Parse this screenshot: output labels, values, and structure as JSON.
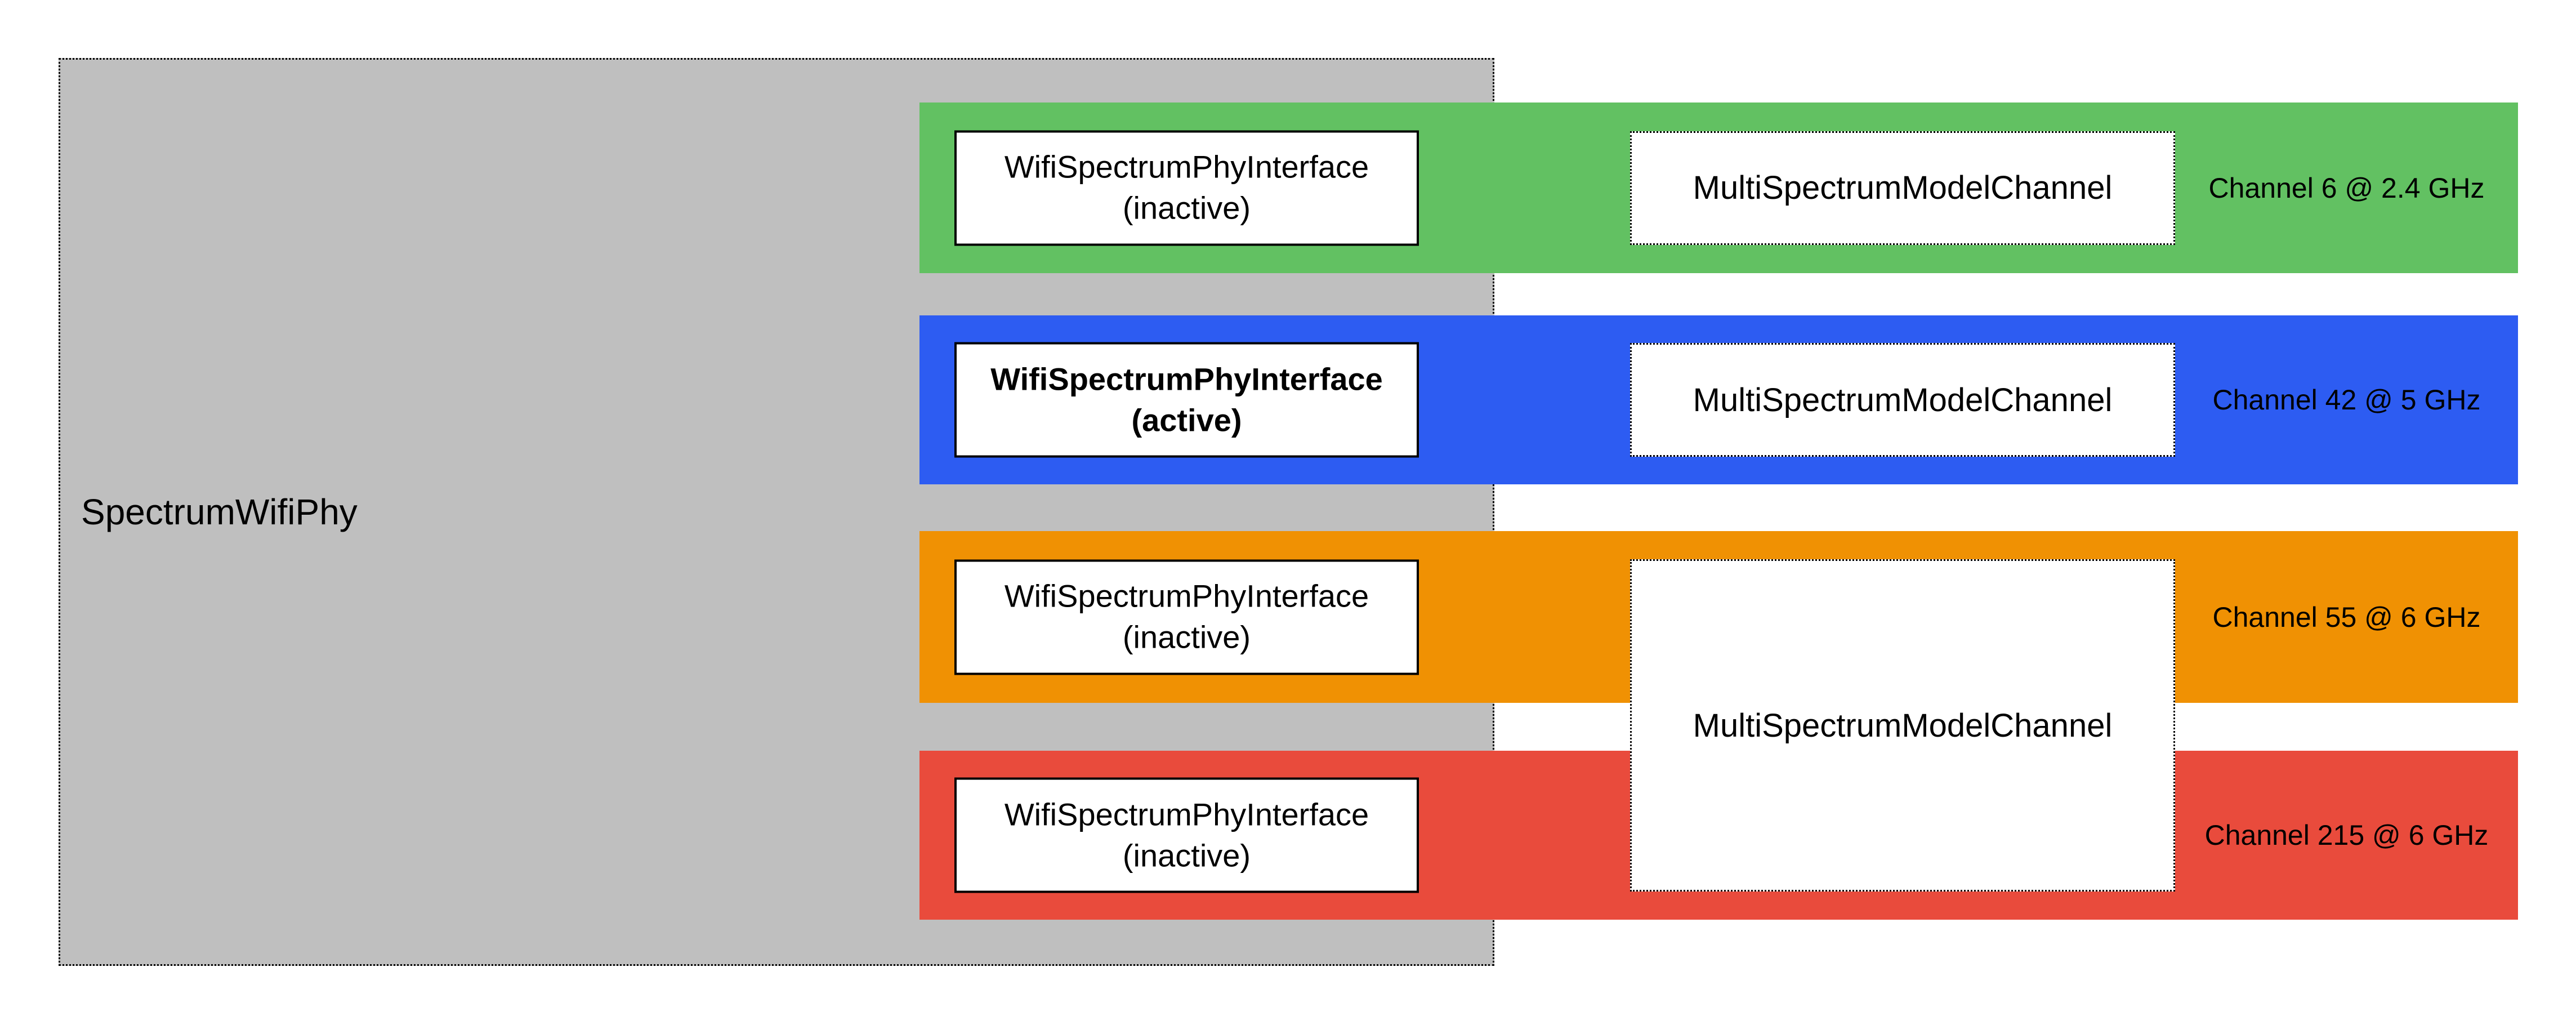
{
  "diagram": {
    "container": {
      "label": "SpectrumWifiPhy",
      "fill_color": "#BFBFBF"
    },
    "bands": [
      {
        "id": "band-2_4ghz",
        "color": "#62C162",
        "interface_line1": "WifiSpectrumPhyInterface",
        "interface_line2": "(inactive)",
        "interface_state": "inactive",
        "model_channel": "MultiSpectrumModelChannel",
        "channel_label": "Channel 6 @ 2.4 GHz"
      },
      {
        "id": "band-5ghz",
        "color": "#2D5CF2",
        "interface_line1": "WifiSpectrumPhyInterface",
        "interface_line2": "(active)",
        "interface_state": "active",
        "model_channel": "MultiSpectrumModelChannel",
        "channel_label": "Channel 42 @ 5 GHz"
      },
      {
        "id": "band-6ghz-ch55",
        "color": "#F09103",
        "interface_line1": "WifiSpectrumPhyInterface",
        "interface_line2": "(inactive)",
        "interface_state": "inactive",
        "channel_label": "Channel 55 @ 6 GHz"
      },
      {
        "id": "band-6ghz-ch215",
        "color": "#E94B3C",
        "interface_line1": "WifiSpectrumPhyInterface",
        "interface_line2": "(inactive)",
        "interface_state": "inactive",
        "channel_label": "Channel 215 @ 6 GHz"
      }
    ],
    "shared_model_channel": {
      "label": "MultiSpectrumModelChannel"
    }
  }
}
